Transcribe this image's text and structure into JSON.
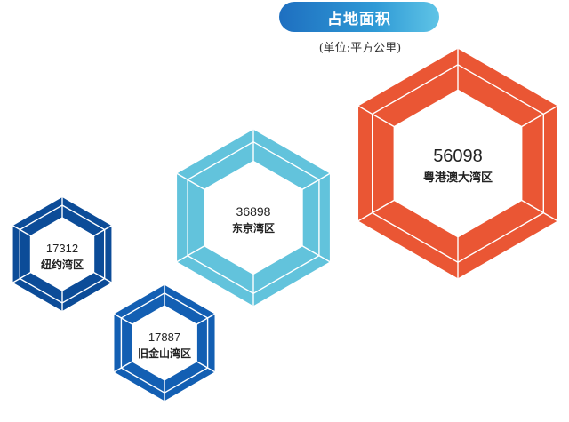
{
  "title": "占地面积",
  "unit": "(单位:平方公里)",
  "chart_data": {
    "type": "bubble-hexagon",
    "title": "占地面积",
    "unit": "(单位:平方公里)",
    "items": [
      {
        "name": "纽约湾区",
        "value": 17312,
        "label": "17312",
        "color": "#0c4c98"
      },
      {
        "name": "旧金山湾区",
        "value": 17887,
        "label": "17887",
        "color": "#135fb3"
      },
      {
        "name": "东京湾区",
        "value": 36898,
        "label": "36898",
        "color": "#62c3dc"
      },
      {
        "name": "粤港澳大湾区",
        "value": 56098,
        "label": "56098",
        "color": "#ea5634"
      }
    ]
  }
}
